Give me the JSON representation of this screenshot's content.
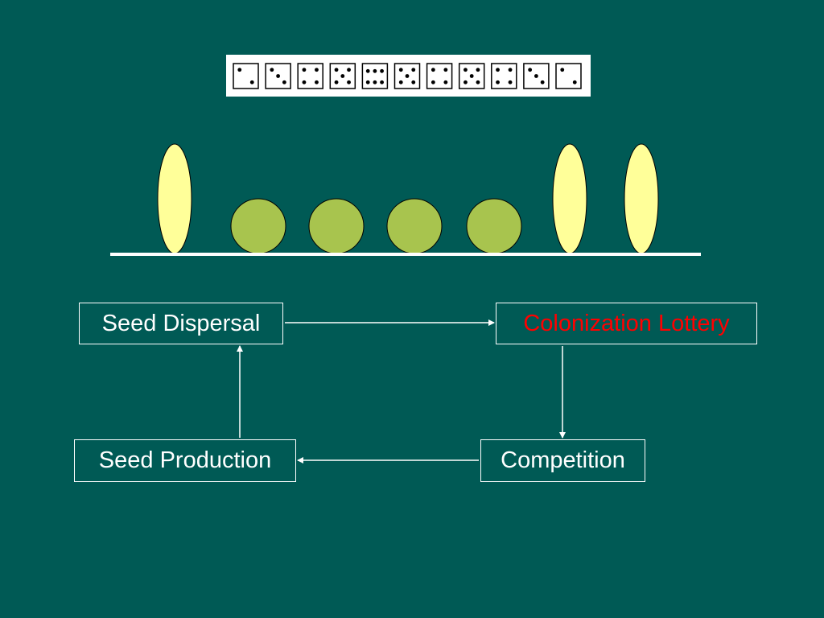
{
  "slide": {
    "background": "#005a55"
  },
  "dice_strip": {
    "faces": [
      2,
      3,
      4,
      5,
      6,
      5,
      4,
      5,
      4,
      3,
      2
    ]
  },
  "plants": [
    {
      "shape": "tall-ellipse",
      "color": "#ffff99"
    },
    {
      "shape": "circle",
      "color": "#a8c44e"
    },
    {
      "shape": "circle",
      "color": "#a8c44e"
    },
    {
      "shape": "circle",
      "color": "#a8c44e"
    },
    {
      "shape": "circle",
      "color": "#a8c44e"
    },
    {
      "shape": "tall-ellipse",
      "color": "#ffff99"
    },
    {
      "shape": "tall-ellipse",
      "color": "#ffff99"
    }
  ],
  "cycle": {
    "seed_dispersal": "Seed Dispersal",
    "colonization_lottery": "Colonization Lottery",
    "competition": "Competition",
    "seed_production": "Seed Production",
    "highlight_color": "#ff0000",
    "text_color": "#ffffff"
  }
}
